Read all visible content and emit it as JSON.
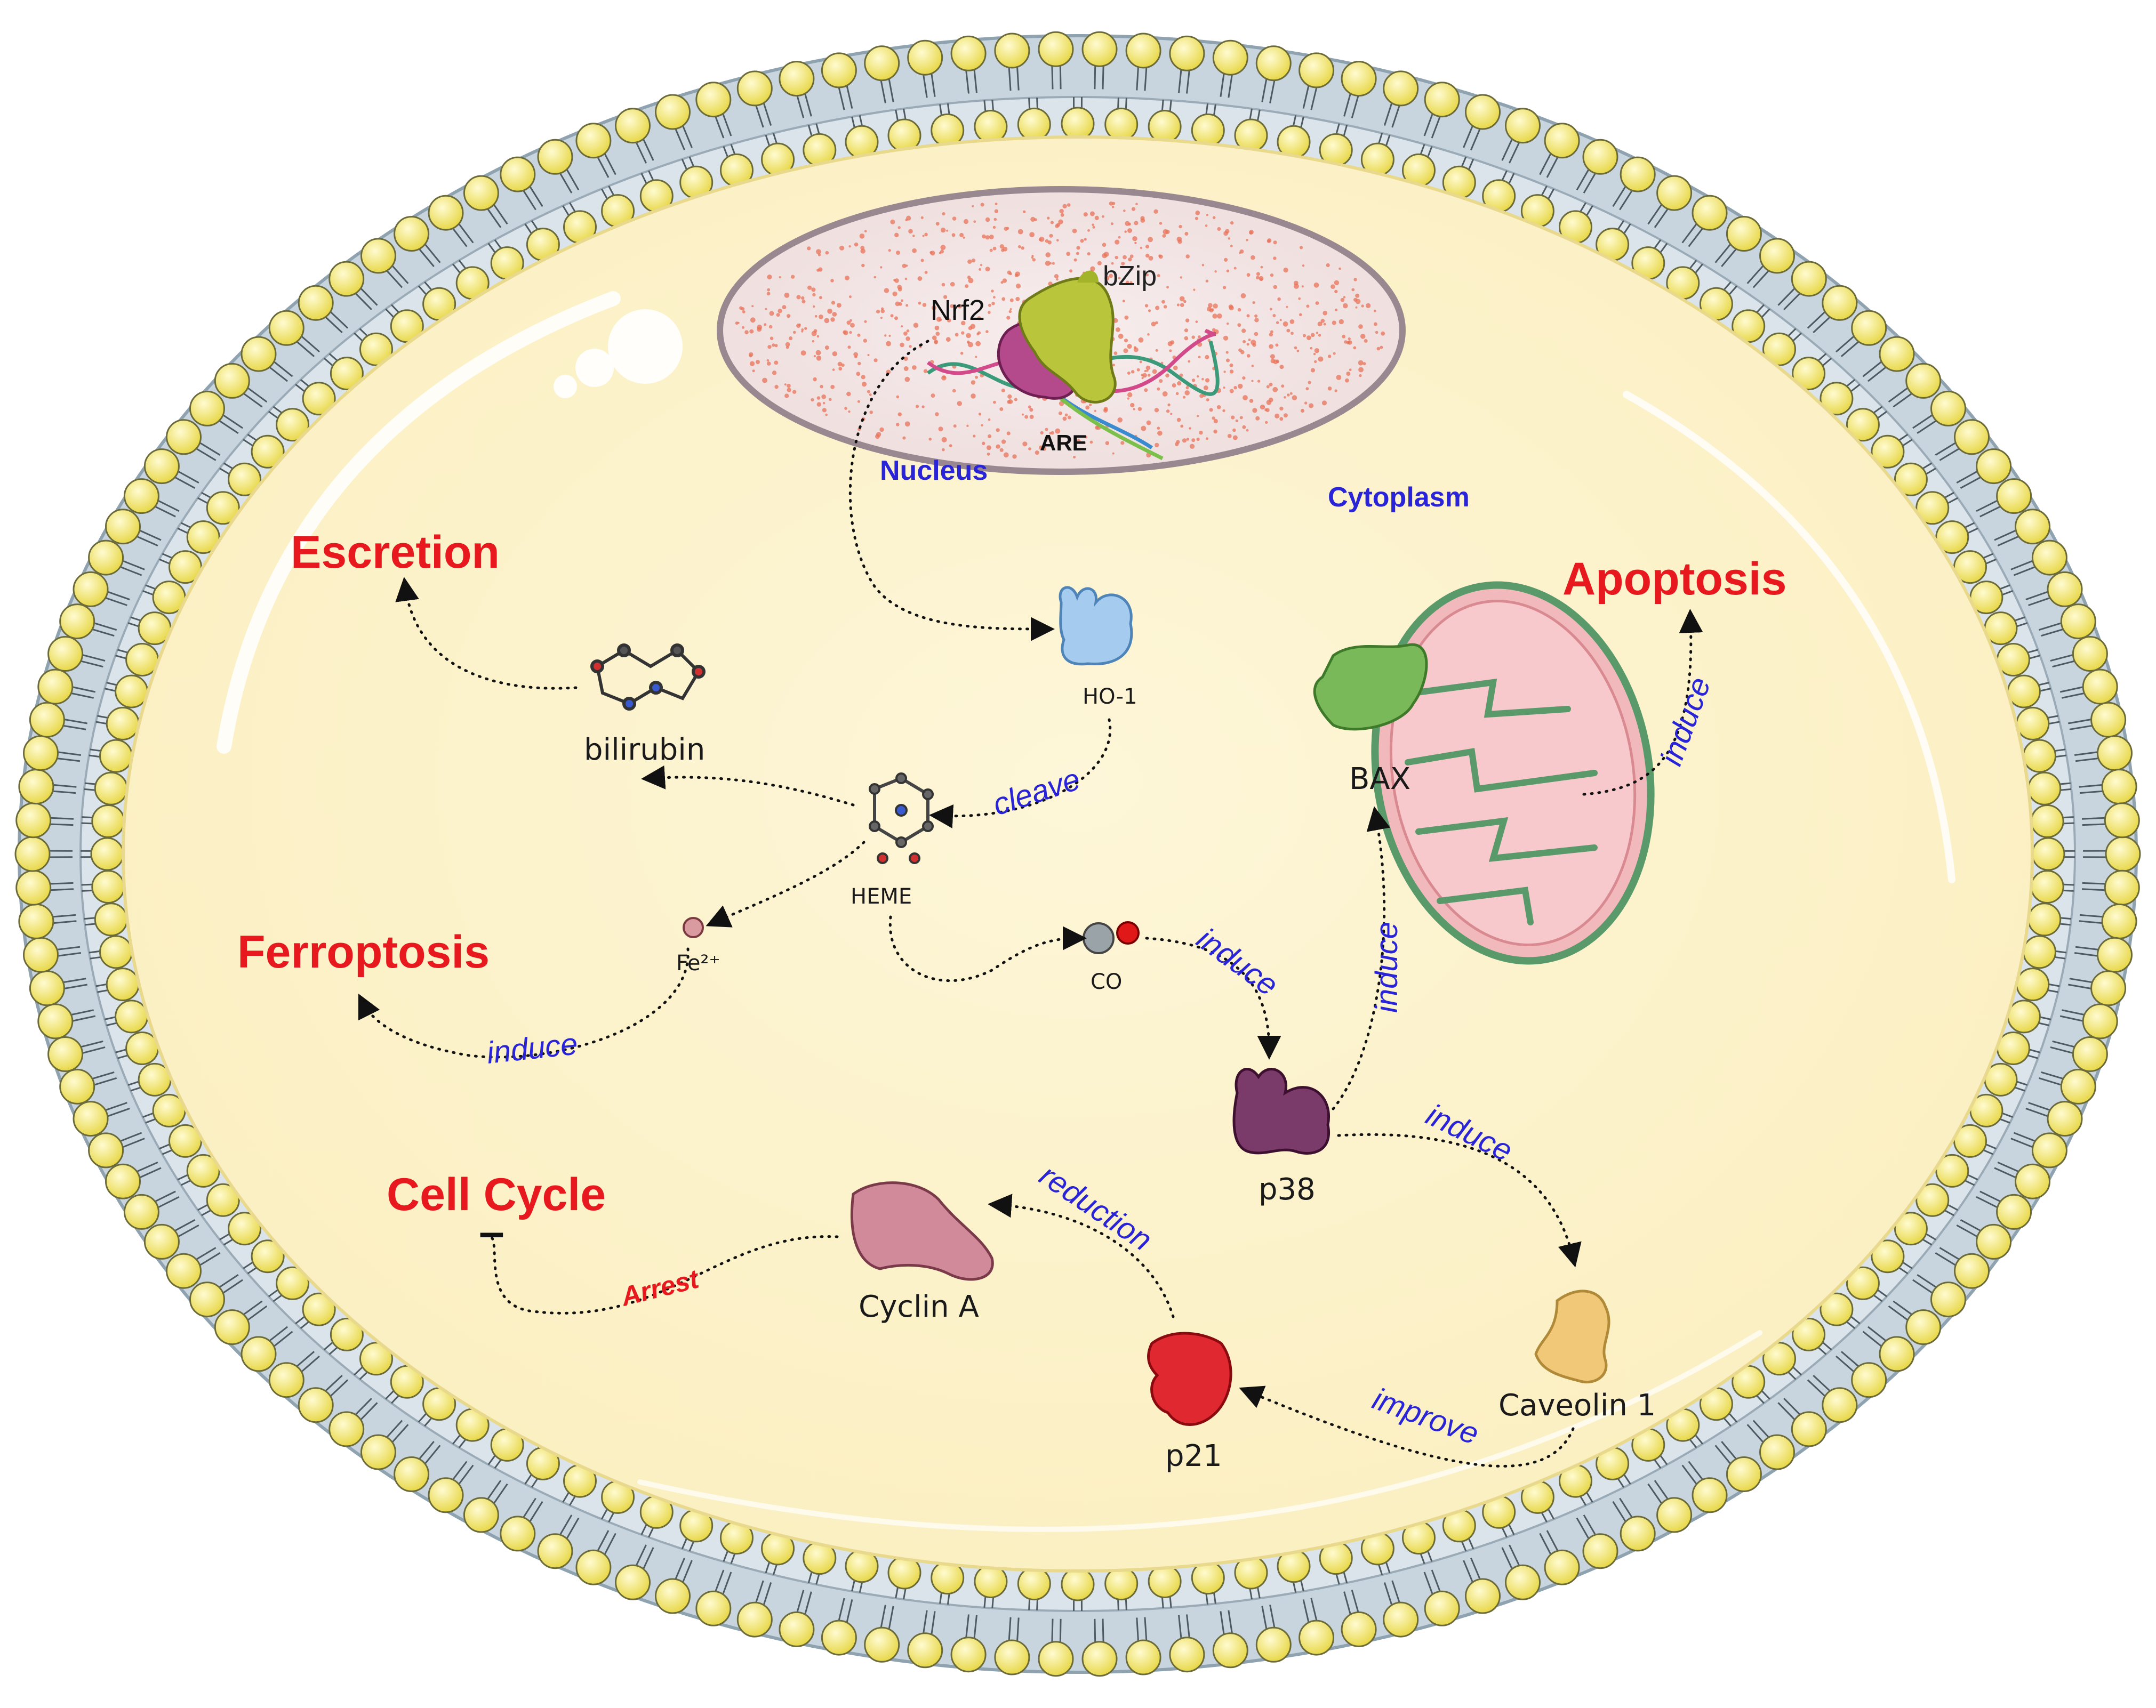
{
  "colors": {
    "outcome": "#e8191e",
    "action": "#2a24d8",
    "compartment": "#2a24d8",
    "cytoplasm": "#fdf3cc",
    "membrane_band": "#cfd9e0",
    "lipid_head": "#f5ec7a",
    "nucleus": "#f4ecec"
  },
  "compartments": {
    "nucleus": "Nucleus",
    "cytoplasm": "Cytoplasm"
  },
  "nucleus_labels": {
    "nrf2": "Nrf2",
    "bzip": "bZip",
    "are": "ARE"
  },
  "molecules": {
    "ho1": "HO-1",
    "heme": "HEME",
    "bilirubin": "bilirubin",
    "fe": "Fe²⁺",
    "co": "CO",
    "p38": "p38",
    "bax": "BAX",
    "cyclin_a": "Cyclin A",
    "p21": "p21",
    "caveolin": "Caveolin 1"
  },
  "outcomes": {
    "escretion": "Escretion",
    "apoptosis": "Apoptosis",
    "ferroptosis": "Ferroptosis",
    "cell_cycle": "Cell Cycle",
    "arrest": "Arrest",
    "inhibit_symbol": "–"
  },
  "actions": {
    "cleave": "cleave",
    "induce_fe": "induce",
    "induce_co": "induce",
    "induce_bax": "induce",
    "induce_mito": "induce",
    "induce_cav": "induce",
    "reduction": "reduction",
    "improve": "improve"
  }
}
